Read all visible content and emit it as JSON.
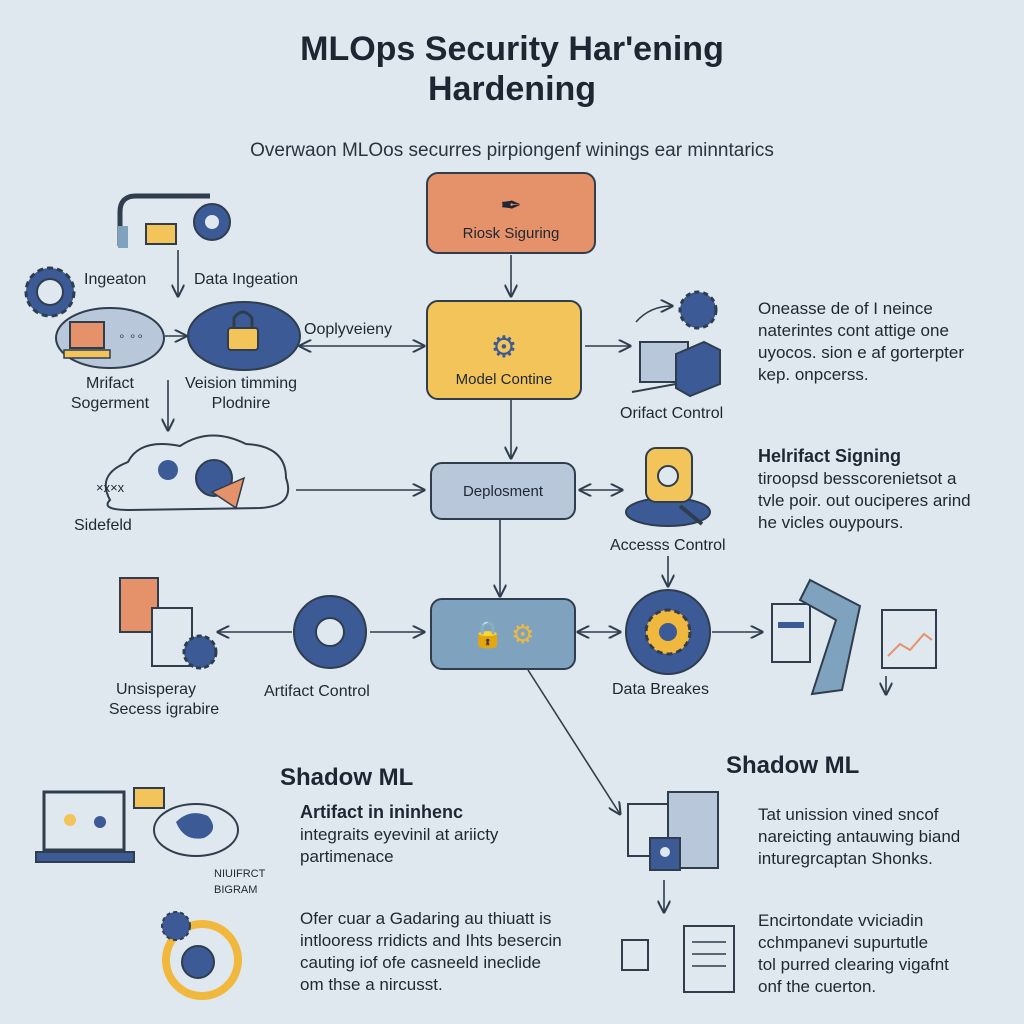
{
  "header": {
    "title_line1": "MLOps Security Har'ening",
    "title_line2": "Hardening",
    "subtitle": "Overwaon MLOos securres pirpiongenf winings  ear minntarics"
  },
  "nodes": {
    "risk": "Riosk Siguring",
    "model": "Model Contine",
    "deployment": "Deplosment",
    "center": ""
  },
  "labels": {
    "ingeaton": "Ingeaton",
    "data_ingeation": "Data Ingeation",
    "oopl": "Ooplyveieny",
    "mrifact": "Mrifact",
    "sogerment": "Sogerment",
    "veision1": "Veision timming",
    "veision2": "Plodnire",
    "xx": "×x×x",
    "sidefeld": "Sidefeld",
    "orifact": "Orifact Control",
    "access": "Accesss Control",
    "artifact_control": "Artifact Control",
    "unsis1": "Unsisperay",
    "unsis2": "Secess igrabire",
    "data_breakes": "Data Breakes",
    "niu1": "NIUIFRCT",
    "niu2": "BIGRAM"
  },
  "right": {
    "p1": [
      "Oneasse de of I neince",
      "naterintes cont attige one",
      "uyocos. sion e af gorterpter",
      "kep. onpcerss."
    ],
    "h2": "Helrifact Signing",
    "p2": [
      "tiroopsd besscorenietsot a",
      "tvle poir. out ouciperes arind",
      "he vicles ouypours."
    ],
    "shadow": "Shadow ML",
    "p3": [
      "Tat unission vined sncof",
      "nareicting antauwing biand",
      "inturegrcaptan Shonks."
    ],
    "p4": [
      "Encirtondate vviciadin",
      "cchmpanevi supurtutle",
      "tol purred clearing vigafnt",
      "onf the cuerton."
    ]
  },
  "left": {
    "shadow": "Shadow ML",
    "h": "Artifact in ininhenc",
    "p1": [
      "integraits eyevinil at ariicty",
      "partimenace"
    ],
    "p2": [
      "Ofer cuar a Gadaring au thiuatt is",
      "intlooress rridicts and Ihts besercin",
      "cauting iof ofe casneeld  ineclide",
      "om thse a nircusst."
    ]
  },
  "colors": {
    "bg": "#dfe8ee",
    "navy": "#3c5a96",
    "orange": "#e5926a",
    "yellow": "#f2c45a",
    "slate": "#b8c8da",
    "teal": "#7fa3bf",
    "gear_yellow": "#f0b93d"
  }
}
